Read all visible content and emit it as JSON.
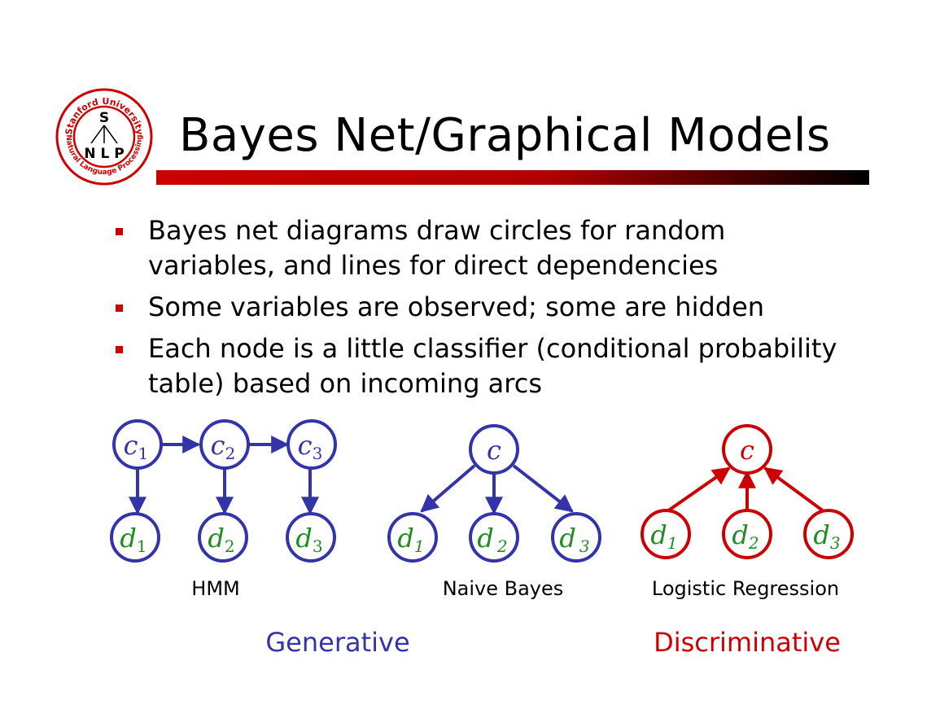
{
  "logo": {
    "ring_text_top": "Stanford University",
    "ring_text_bottom": "Natural Language Processing",
    "letter_top": "S",
    "letters_bottom": "N L P"
  },
  "slide": {
    "title": "Bayes Net/Graphical Models",
    "bullets": [
      "Bayes net diagrams draw circles for random variables, and lines for direct dependencies",
      "Some variables are observed; some are hidden",
      "Each node is a little classifier (conditional probability table) based on incoming arcs"
    ]
  },
  "diagrams": {
    "hmm": {
      "caption": "HMM",
      "top_nodes": [
        {
          "v": "c",
          "s": "1"
        },
        {
          "v": "c",
          "s": "2"
        },
        {
          "v": "c",
          "s": "3"
        }
      ],
      "bottom_nodes": [
        {
          "v": "d",
          "s": "1"
        },
        {
          "v": "d",
          "s": "2"
        },
        {
          "v": "d",
          "s": "3"
        }
      ]
    },
    "naive_bayes": {
      "caption": "Naive Bayes",
      "top_node": {
        "v": "c"
      },
      "bottom_nodes": [
        {
          "v": "d",
          "s": "1"
        },
        {
          "v": "d",
          "s": "2"
        },
        {
          "v": "d",
          "s": "3"
        }
      ]
    },
    "logistic_regression": {
      "caption": "Logistic Regression",
      "top_node": {
        "v": "c"
      },
      "bottom_nodes": [
        {
          "v": "d",
          "s": "1"
        },
        {
          "v": "d",
          "s": "2"
        },
        {
          "v": "d",
          "s": "3"
        }
      ]
    }
  },
  "groups": {
    "generative": "Generative",
    "discriminative": "Discriminative"
  },
  "colors": {
    "generative_blue": "#3333aa",
    "discriminative_red": "#cc0000",
    "variable_green": "#228b22",
    "title_bar_red": "#cc0000"
  }
}
